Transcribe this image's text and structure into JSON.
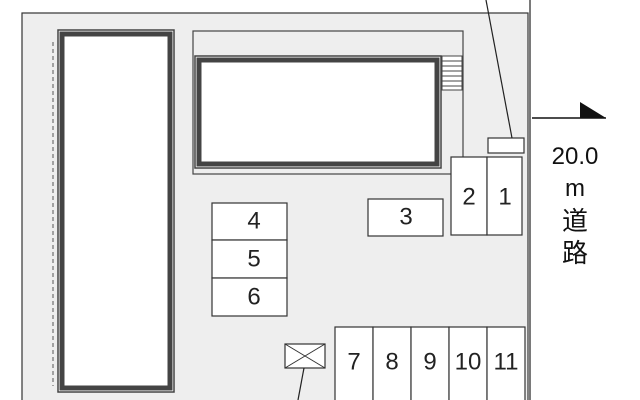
{
  "map": {
    "road": {
      "width_label": "20.0",
      "unit_label": "m",
      "name_char_1": "道",
      "name_char_2": "路"
    },
    "parking_spaces": {
      "p1": "1",
      "p2": "2",
      "p3": "3",
      "p4": "4",
      "p5": "5",
      "p6": "6",
      "p7": "7",
      "p8": "8",
      "p9": "9",
      "p10": "10",
      "p11": "11"
    },
    "icons": [
      "north-arrow-icon",
      "garbage-station-icon",
      "staircase-icon"
    ],
    "colors": {
      "site_fill": "#eeeeee",
      "building_outline": "#444444",
      "line": "#333333",
      "background": "#ffffff"
    }
  }
}
